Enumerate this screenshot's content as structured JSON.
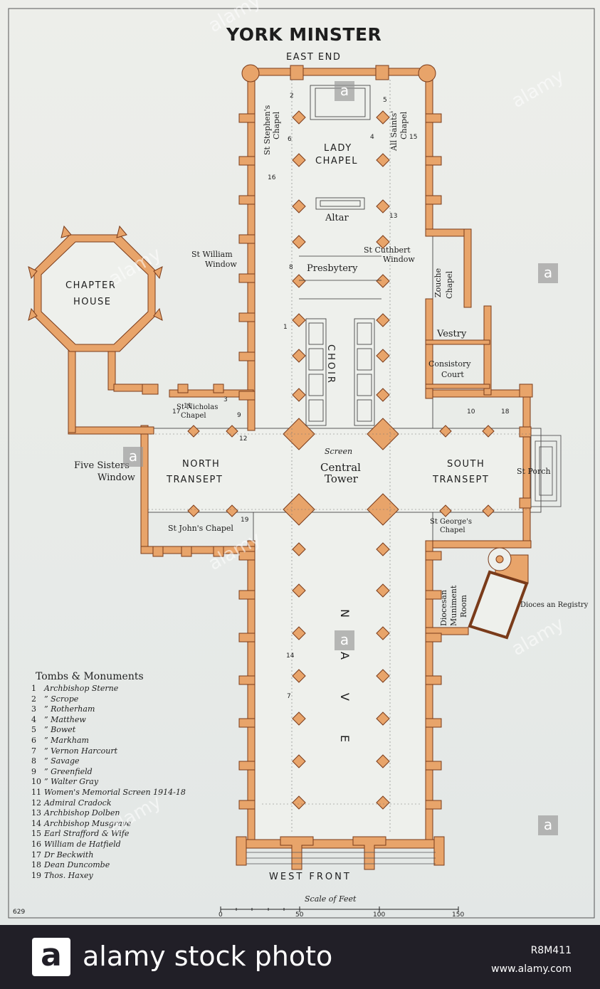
{
  "title": "YORK MINSTER",
  "labels": {
    "east_end": "EAST END",
    "west_front": "WEST FRONT",
    "chapter": "CHAPTER",
    "house": "HOUSE",
    "lady": "LADY",
    "chapel": "CHAPEL",
    "altar": "Altar",
    "presbytery": "Presbytery",
    "choir": "CHOIR",
    "screen": "Screen",
    "central": "Central",
    "tower": "Tower",
    "north": "NORTH",
    "south": "SOUTH",
    "transept": "TRANSEPT",
    "nave": "NAVE",
    "st_stephens": "St Stephen's",
    "chapel_small": "Chapel",
    "all_saints": "All Saints'",
    "st_william": "St William",
    "window": "Window",
    "st_cuthbert": "St Cuthbert",
    "zouche": "Zouche",
    "vestry": "Vestry",
    "consistory": "Consistory",
    "court": "Court",
    "st_nicholas": "St Nicholas",
    "five_sisters": "Five Sisters",
    "st_johns": "St John's Chapel",
    "st_porch": "St Porch",
    "st_georges": "St George's",
    "diocesan": "Diocesan",
    "muniment": "Muniment",
    "room": "Room",
    "registry": "Dioces an Registry"
  },
  "plan_numbers": [
    "1",
    "2",
    "3",
    "4",
    "5",
    "6",
    "7",
    "8",
    "9",
    "10",
    "11",
    "12",
    "13",
    "14",
    "15",
    "16",
    "17",
    "18",
    "19"
  ],
  "legend": {
    "title": "Tombs & Monuments",
    "items": [
      {
        "num": "1",
        "text": "Archbishop Sterne"
      },
      {
        "num": "2",
        "text": "” Scrope"
      },
      {
        "num": "3",
        "text": "” Rotherham"
      },
      {
        "num": "4",
        "text": "” Matthew"
      },
      {
        "num": "5",
        "text": "” Bowet"
      },
      {
        "num": "6",
        "text": "” Markham"
      },
      {
        "num": "7",
        "text": "” Vernon Harcourt"
      },
      {
        "num": "8",
        "text": "” Savage"
      },
      {
        "num": "9",
        "text": "” Greenfield"
      },
      {
        "num": "10",
        "text": "” Walter Gray"
      },
      {
        "num": "11",
        "text": "Women's Memorial Screen 1914-18"
      },
      {
        "num": "12",
        "text": "Admiral Cradock"
      },
      {
        "num": "13",
        "text": "Archbishop Dolben"
      },
      {
        "num": "14",
        "text": "Archbishop Musgrave"
      },
      {
        "num": "15",
        "text": "Earl Strafford & Wife"
      },
      {
        "num": "16",
        "text": "William de Hatfield"
      },
      {
        "num": "17",
        "text": "Dr Beckwith"
      },
      {
        "num": "18",
        "text": "Dean Duncombe"
      },
      {
        "num": "19",
        "text": "Thos. Haxey"
      }
    ]
  },
  "scale": {
    "label": "Scale of Feet",
    "ticks": [
      "0",
      "50",
      "100",
      "150"
    ]
  },
  "page_number": "629",
  "colors": {
    "wall": "#e8a46a",
    "outline": "#7a3b1a",
    "ink": "#1e1e1e",
    "paper": "#eceeea"
  },
  "watermark": {
    "word": "alamy",
    "badge": "a"
  },
  "footer": {
    "logo": "a",
    "brand": "alamy stock photo",
    "code": "R8M411",
    "url": "www.alamy.com"
  }
}
